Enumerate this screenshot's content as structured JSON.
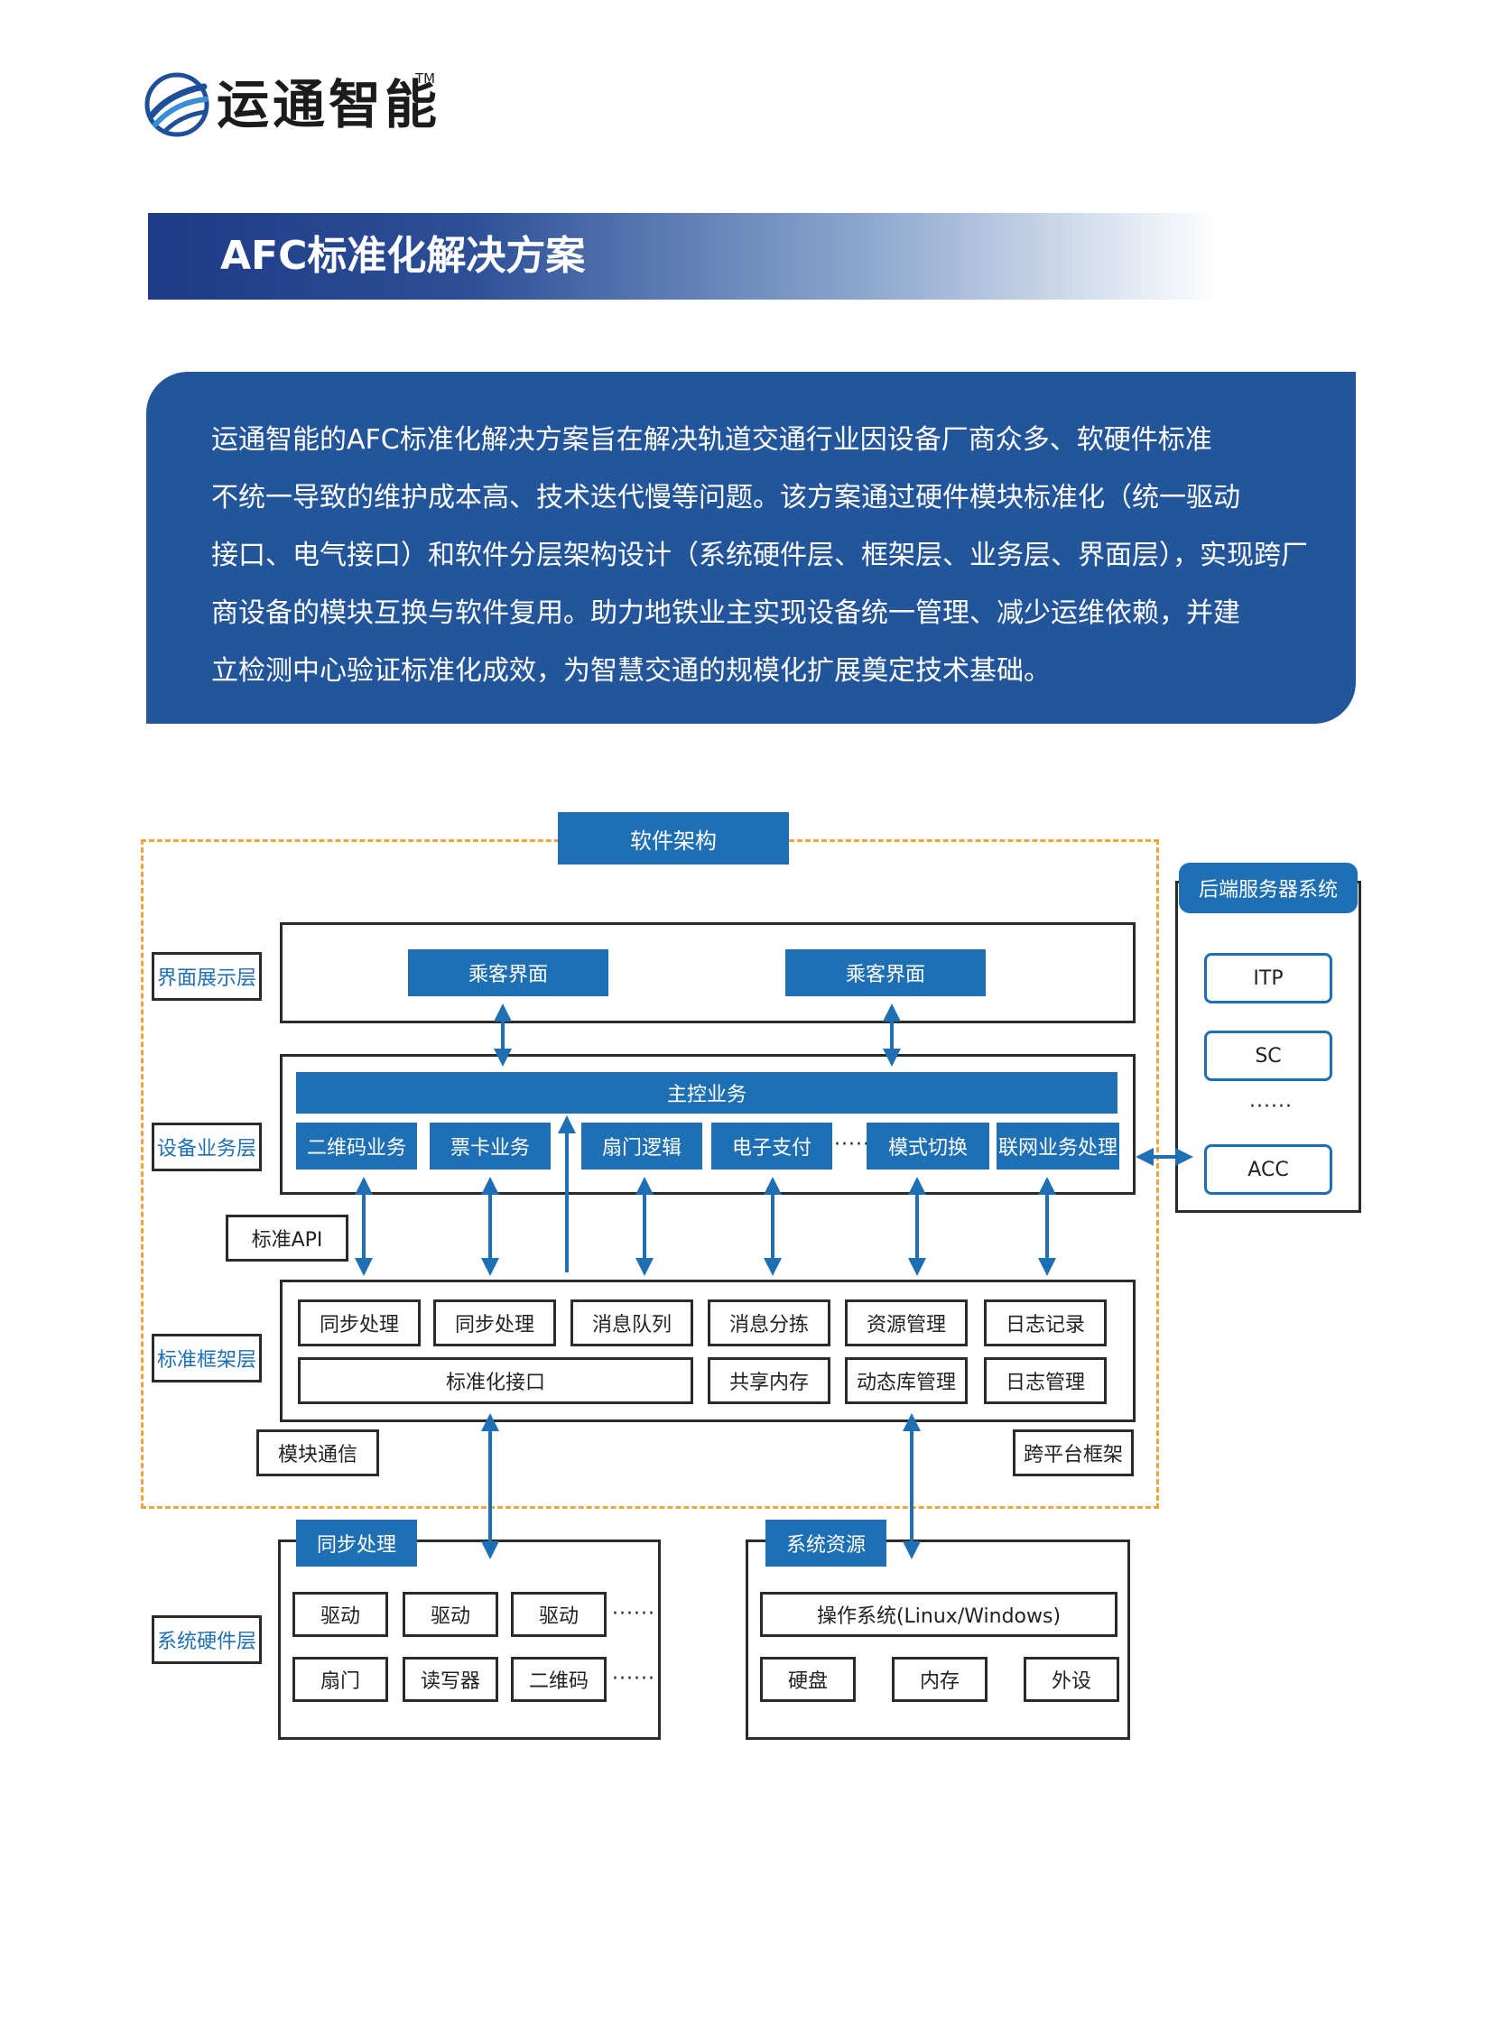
{
  "brand": {
    "name": "运通智能",
    "tm": "TM"
  },
  "banner": {
    "title": "AFC标准化解决方案"
  },
  "intro": {
    "lines": [
      "运通智能的AFC标准化解决方案旨在解决轨道交通行业因设备厂商众多、软硬件标准",
      "不统一导致的维护成本高、技术迭代慢等问题。该方案通过硬件模块标准化（统一驱动",
      "接口、电气接口）和软件分层架构设计（系统硬件层、框架层、业务层、界面层），实现跨厂",
      "商设备的模块互换与软件复用。助力地铁业主实现设备统一管理、减少运维依赖，并建",
      "立检测中心验证标准化成效，为智慧交通的规模化扩展奠定技术基础。"
    ]
  },
  "diagram": {
    "software_title": "软件架构",
    "layers": {
      "ui": "界面展示层",
      "business": "设备业务层",
      "framework": "标准框架层",
      "hardware": "系统硬件层"
    },
    "ui_boxes": [
      "乘客界面",
      "乘客界面"
    ],
    "main_control": "主控业务",
    "business_modules": [
      "二维码业务",
      "票卡业务",
      "扇门逻辑",
      "电子支付",
      "模式切换",
      "联网业务处理"
    ],
    "business_dots": "······",
    "standard_api": "标准API",
    "framework_row1": [
      "同步处理",
      "同步处理",
      "消息队列",
      "消息分拣",
      "资源管理",
      "日志记录"
    ],
    "framework_row2": {
      "interface": "标准化接口",
      "items": [
        "共享内存",
        "动态库管理",
        "日志管理"
      ]
    },
    "module_comm": "模块通信",
    "cross_platform": "跨平台框架",
    "hw_left": {
      "title": "同步处理",
      "row1": [
        "驱动",
        "驱动",
        "驱动"
      ],
      "row2": [
        "扇门",
        "读写器",
        "二维码"
      ],
      "dots": "······"
    },
    "hw_right": {
      "title": "系统资源",
      "os": "操作系统(Linux/Windows)",
      "items": [
        "硬盘",
        "内存",
        "外设"
      ]
    },
    "backend": {
      "title": "后端服务器系统",
      "items": [
        "ITP",
        "SC",
        "ACC"
      ],
      "dots": "······"
    }
  },
  "colors": {
    "accent": "#1f6fb5",
    "banner": "#1f3a86",
    "intro_bg": "#23559a",
    "dashed": "#f0a43c"
  }
}
